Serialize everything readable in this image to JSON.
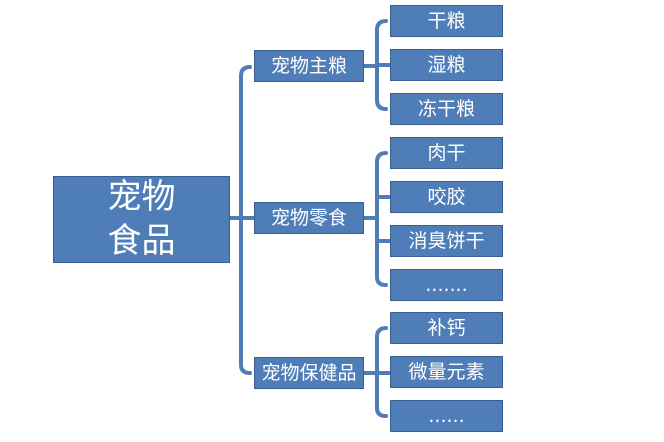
{
  "root": {
    "line1": "宠物",
    "line2": "食品"
  },
  "categories": [
    {
      "label": "宠物主粮",
      "items": [
        "干粮",
        "湿粮",
        "冻干粮"
      ]
    },
    {
      "label": "宠物零食",
      "items": [
        "肉干",
        "咬胶",
        "消臭饼干",
        "......."
      ]
    },
    {
      "label": "宠物保健品",
      "items": [
        "补钙",
        "微量元素",
        "......"
      ]
    }
  ],
  "colors": {
    "box": "#4f7db7",
    "connector": "#4f7db7",
    "text": "#ffffff"
  }
}
